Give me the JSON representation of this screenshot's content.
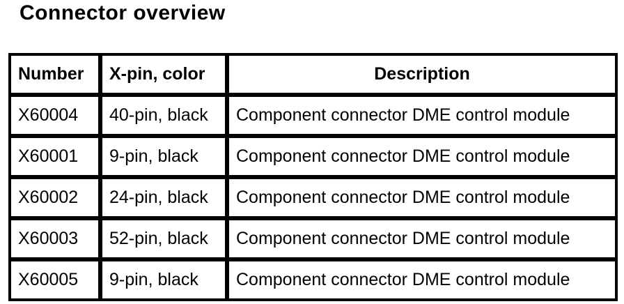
{
  "page": {
    "title": "Connector overview"
  },
  "colors": {
    "text": "#000000",
    "background": "#ffffff",
    "border": "#000000"
  },
  "table": {
    "columns": [
      {
        "label": "Number"
      },
      {
        "label": "X-pin, color"
      },
      {
        "label": "Description"
      }
    ],
    "rows": [
      {
        "number": "X60004",
        "pin_color": "40-pin, black",
        "description": "Component connector DME control module"
      },
      {
        "number": "X60001",
        "pin_color": "9-pin, black",
        "description": "Component connector DME control module"
      },
      {
        "number": "X60002",
        "pin_color": "24-pin, black",
        "description": "Component connector DME control module"
      },
      {
        "number": "X60003",
        "pin_color": "52-pin, black",
        "description": "Component connector DME control module"
      },
      {
        "number": "X60005",
        "pin_color": "9-pin, black",
        "description": "Component connector DME control module"
      }
    ]
  }
}
